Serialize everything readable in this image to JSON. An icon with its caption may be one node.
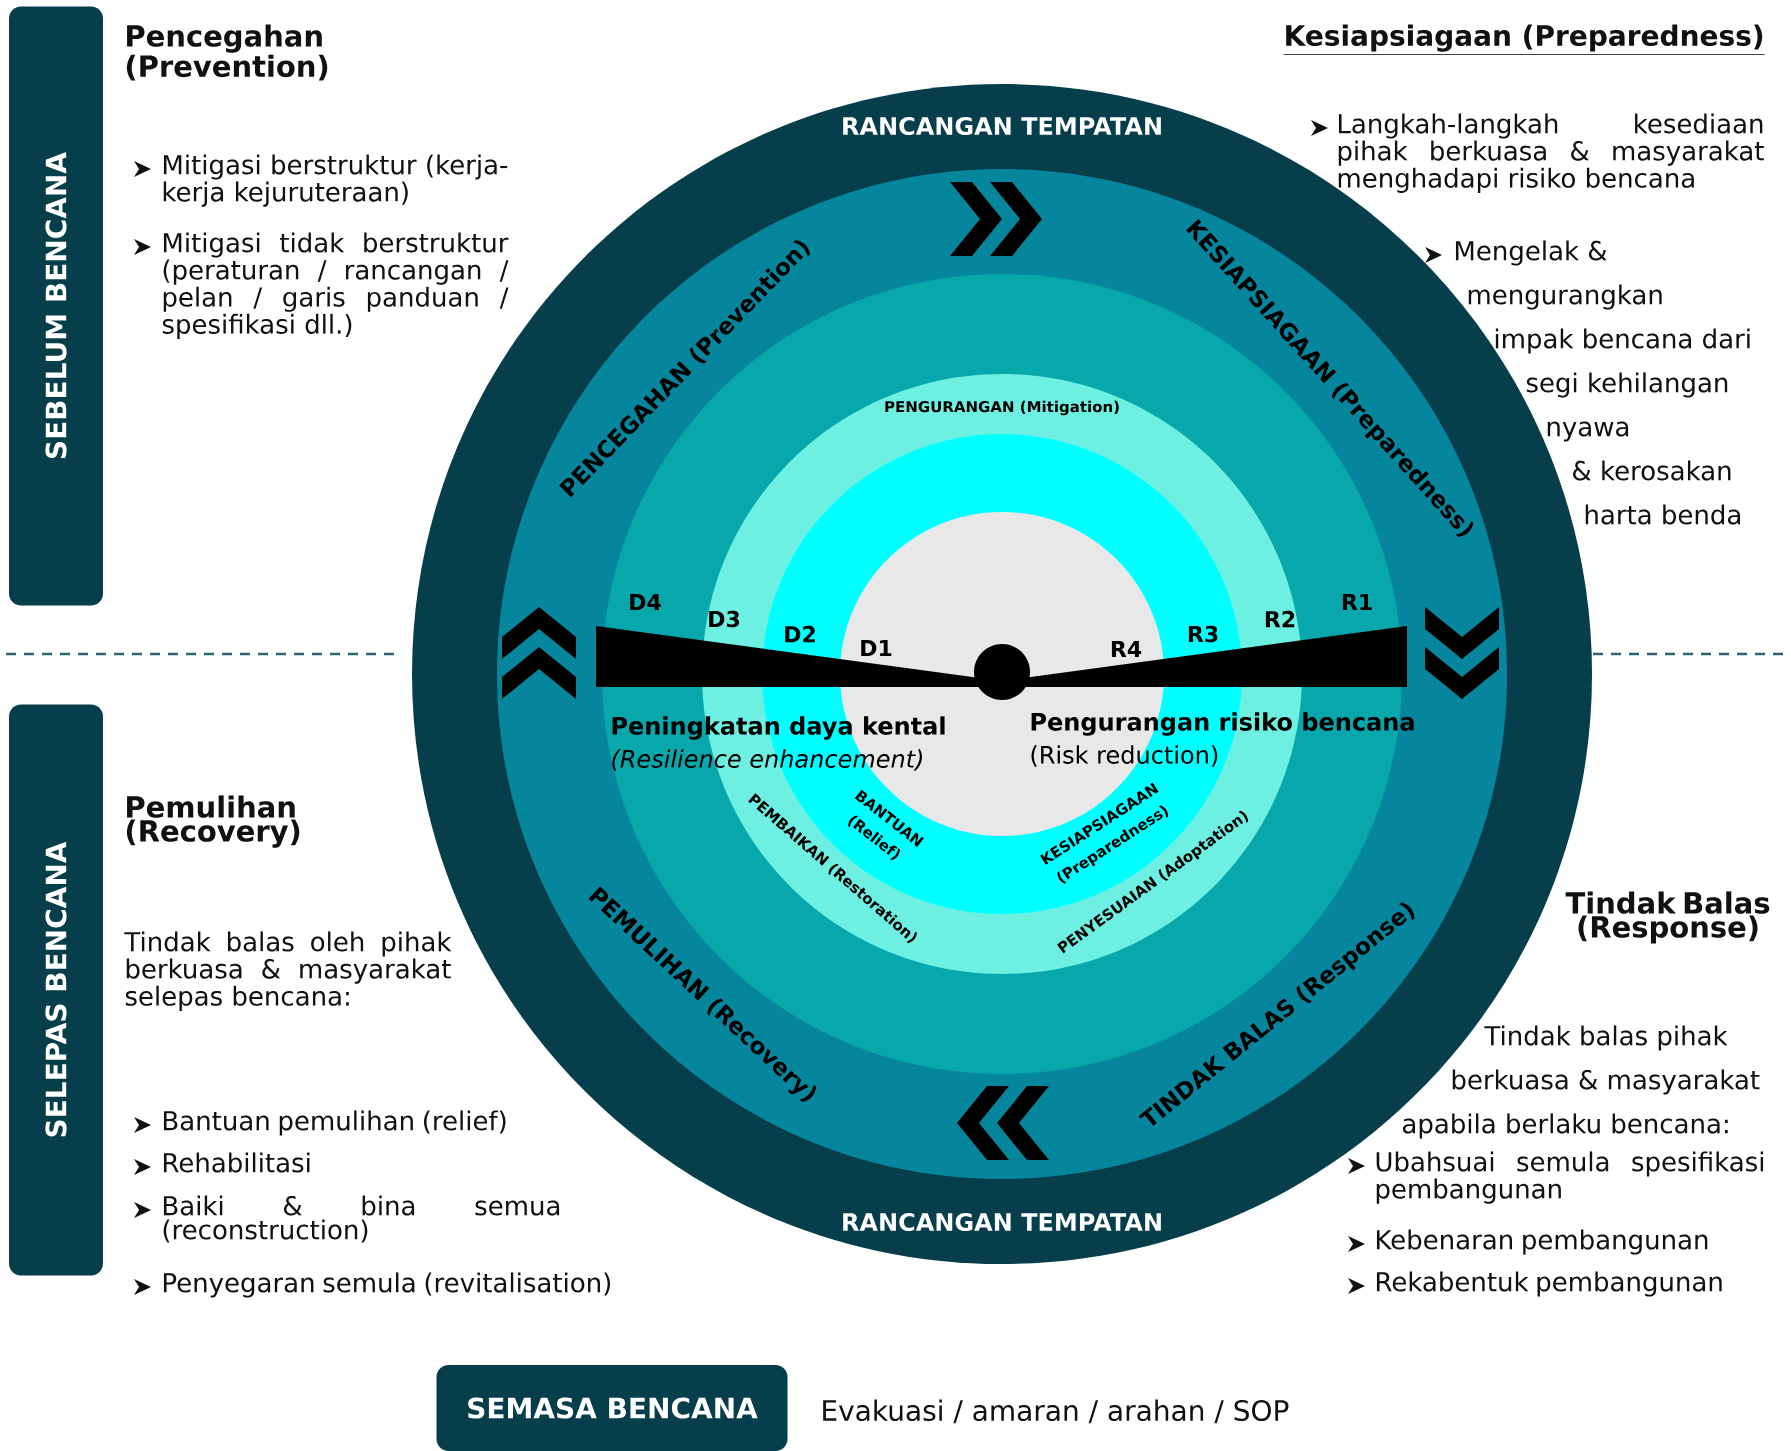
{
  "diagram": {
    "nodes": [
      {
        "text": [
          "SEBELUM BENCANA"
        ]
      },
      {
        "text": [
          "SELEPAS BENCANA"
        ]
      },
      {
        "text": [
          "SEMASA BENCANA"
        ]
      },
      {
        "text": [
          "RANCANGAN TEMPATAN",
          "RANCANGAN TEMPATAN"
        ]
      },
      {
        "text": [
          "PENCEGAHAN (Prevention)",
          "KESIAPSIAGAAN (Preparedness)",
          "PEMULIHAN (Recovery)",
          "TINDAK BALAS (Response)"
        ],
        "in": 3
      },
      {
        "text": [
          "D4",
          "R1"
        ],
        "in": 4
      },
      {
        "text": [
          "PENGURANGAN (Mitigation)",
          "D3",
          "R2",
          "PEMBAIKAN (Restoration)",
          "PENYESUAIAN (Adoptation)"
        ],
        "in": 5
      },
      {
        "text": [
          "D2",
          "R3",
          "BANTUAN (Relief)",
          "KESIAPSIAGAAN (Preparedness)"
        ],
        "in": 6
      },
      {
        "text": [
          "D1",
          "R4",
          "Peningkatan daya kental",
          "(Resilience enhancement)",
          "Pengurangan risiko bencana",
          "(Risk reduction)"
        ],
        "in": 7
      }
    ],
    "labels": [
      "Pencegahan (Prevention)",
      "Mitigasi berstruktur (kerja-kerja kejuruteraan)",
      "Mitigasi tidak berstruktur (peraturan / rancangan / pelan / garis panduan / spesifikasi dll.)",
      "Kesiapsiagaan (Preparedness)",
      "Langkah-langkah kesediaan pihak berkuasa & masyarakat menghadapi risiko bencana",
      "Mengelak & mengurangkan impak bencana dari segi kehilangan nyawa & kerosakan harta benda",
      "Pemulihan (Recovery)",
      "Tindak balas oleh pihak berkuasa & masyarakat selepas bencana:",
      "Bantuan pemulihan (relief)",
      "Rehabilitasi",
      "Baiki & bina semua (reconstruction)",
      "Penyegaran semula (revitalisation)",
      "Tindak Balas (Response)",
      "Tindak balas pihak berkuasa & masyarakat apabila berlaku bencana:",
      "Ubahsuai semula spesifikasi pembangunan",
      "Kebenaran pembangunan",
      "Rekabentuk pembangunan",
      "Evakuasi / amaran / arahan / SOP"
    ]
  }
}
